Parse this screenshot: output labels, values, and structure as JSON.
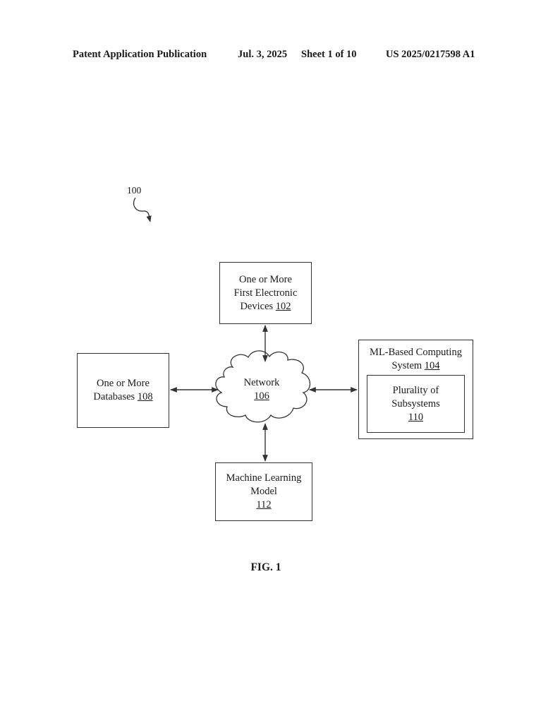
{
  "header": {
    "publication": "Patent Application Publication",
    "date": "Jul. 3, 2025",
    "sheet": "Sheet 1 of 10",
    "number": "US 2025/0217598 A1"
  },
  "diagram": {
    "ref_label": "100",
    "devices": {
      "line1": "One or More",
      "line2": "First Electronic",
      "line3": "Devices",
      "ref": "102"
    },
    "databases": {
      "line1": "One or More",
      "line2": "Databases",
      "ref": "108"
    },
    "network": {
      "label": "Network",
      "ref": "106"
    },
    "ml_system": {
      "line1": "ML-Based Computing",
      "line2": "System",
      "ref": "104"
    },
    "subsystems": {
      "line1": "Plurality of",
      "line2": "Subsystems",
      "ref": "110"
    },
    "ml_model": {
      "line1": "Machine Learning",
      "line2": "Model",
      "ref": "112"
    }
  },
  "figure_label": "FIG. 1"
}
